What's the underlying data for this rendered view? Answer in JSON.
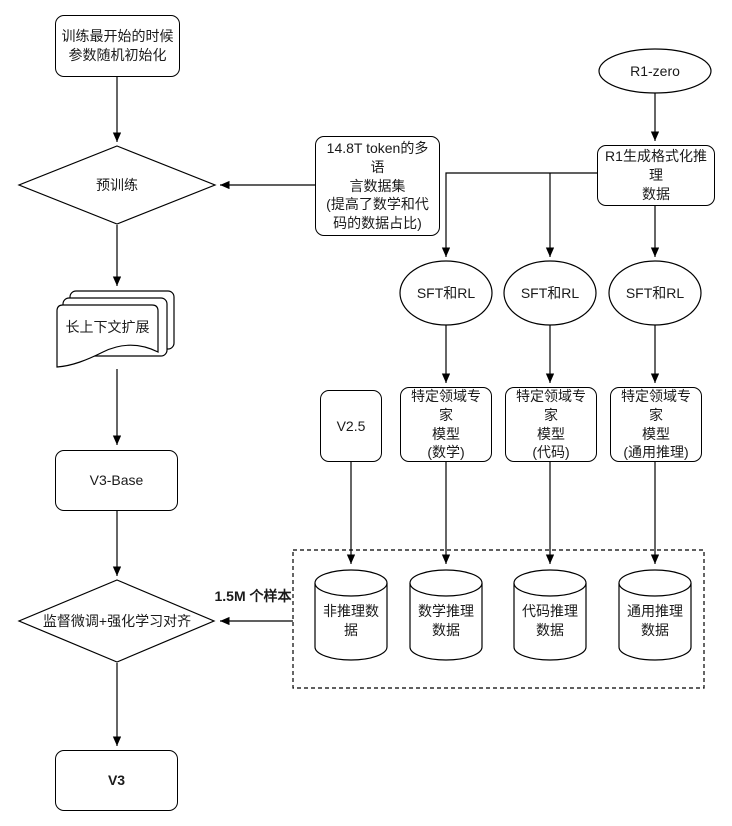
{
  "diagram": {
    "title_implicit": "",
    "colors": {
      "stroke": "#000000",
      "background": "#ffffff",
      "text": "#1a1a1a"
    },
    "nodes": {
      "init": {
        "label": "训练最开始的时候\n参数随机初始化",
        "shape": "rounded-rect"
      },
      "pretrain": {
        "label": "预训练",
        "shape": "diamond"
      },
      "dataset": {
        "label": "14.8T token的多语\n言数据集\n(提高了数学和代\n码的数据占比)",
        "shape": "rounded-rect"
      },
      "r1zero": {
        "label": "R1-zero",
        "shape": "ellipse"
      },
      "r1data": {
        "label": "R1生成格式化推理\n数据",
        "shape": "rounded-rect"
      },
      "sft_math": {
        "label": "SFT和RL",
        "shape": "ellipse"
      },
      "sft_code": {
        "label": "SFT和RL",
        "shape": "ellipse"
      },
      "sft_general": {
        "label": "SFT和RL",
        "shape": "ellipse"
      },
      "longcontext": {
        "label": "长上下文扩展",
        "shape": "multi-document"
      },
      "v25": {
        "label": "V2.5",
        "shape": "rounded-rect"
      },
      "expert_math": {
        "label": "特定领域专家\n模型\n(数学)",
        "shape": "rounded-rect"
      },
      "expert_code": {
        "label": "特定领域专家\n模型\n(代码)",
        "shape": "rounded-rect"
      },
      "expert_general": {
        "label": "特定领域专家\n模型\n(通用推理)",
        "shape": "rounded-rect"
      },
      "v3base": {
        "label": "V3-Base",
        "shape": "rounded-rect"
      },
      "align": {
        "label": "监督微调+强化学习对齐",
        "shape": "diamond"
      },
      "db_nonreasoning": {
        "label": "非推理数\n据",
        "shape": "cylinder"
      },
      "db_math": {
        "label": "数学推理\n数据",
        "shape": "cylinder"
      },
      "db_code": {
        "label": "代码推理\n数据",
        "shape": "cylinder"
      },
      "db_general": {
        "label": "通用推理\n数据",
        "shape": "cylinder"
      },
      "v3": {
        "label": "V3",
        "shape": "rounded-rect"
      }
    },
    "edge_labels": {
      "samples": "1.5M 个样本"
    }
  }
}
